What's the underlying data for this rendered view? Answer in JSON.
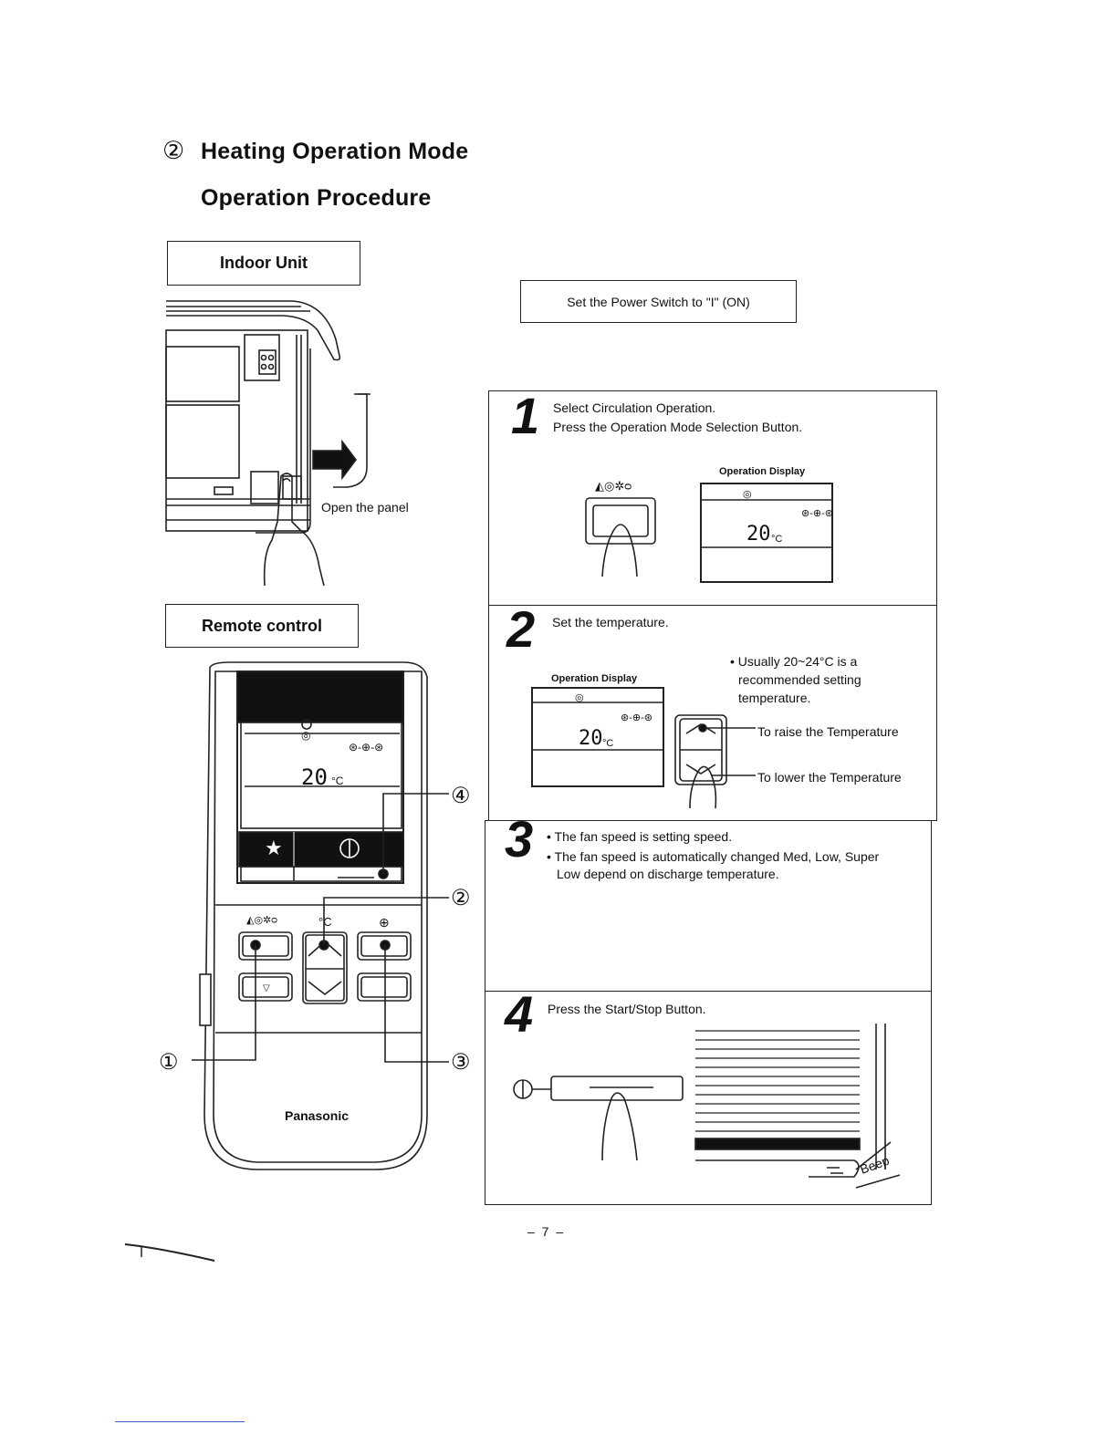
{
  "heading": {
    "number_glyph": "②",
    "title": "Heating Operation Mode",
    "subtitle": "Operation Procedure"
  },
  "indoor": {
    "label": "Indoor Unit",
    "caption": "Open the panel"
  },
  "remote": {
    "label": "Remote control",
    "brand": "Panasonic",
    "lcd_temp": "20",
    "lcd_unit": "°C",
    "callouts": [
      "①",
      "②",
      "③",
      "④"
    ]
  },
  "power": {
    "text": "Set the Power Switch to \"I\" (ON)"
  },
  "steps": [
    {
      "number": "1",
      "lines": [
        "Select Circulation Operation.",
        "Press the Operation Mode Selection Button."
      ],
      "display_label": "Operation Display",
      "temp": "20",
      "unit": "°C"
    },
    {
      "number": "2",
      "lines": [
        "Set the temperature."
      ],
      "display_label": "Operation Display",
      "temp": "20",
      "unit": "°C",
      "note_lines": [
        "• Usually 20~24°C is a",
        "recommended setting",
        "temperature."
      ],
      "raise_label": "To raise the Temperature",
      "lower_label": "To lower the Temperature"
    },
    {
      "number": "3",
      "lines": [
        "• The fan speed is setting speed.",
        "• The fan speed is automatically changed Med, Low, Super",
        "Low depend on discharge temperature."
      ]
    },
    {
      "number": "4",
      "lines": [
        "Press the Start/Stop Button."
      ],
      "beep": "Beep"
    }
  ],
  "page_number": "– 7 –"
}
